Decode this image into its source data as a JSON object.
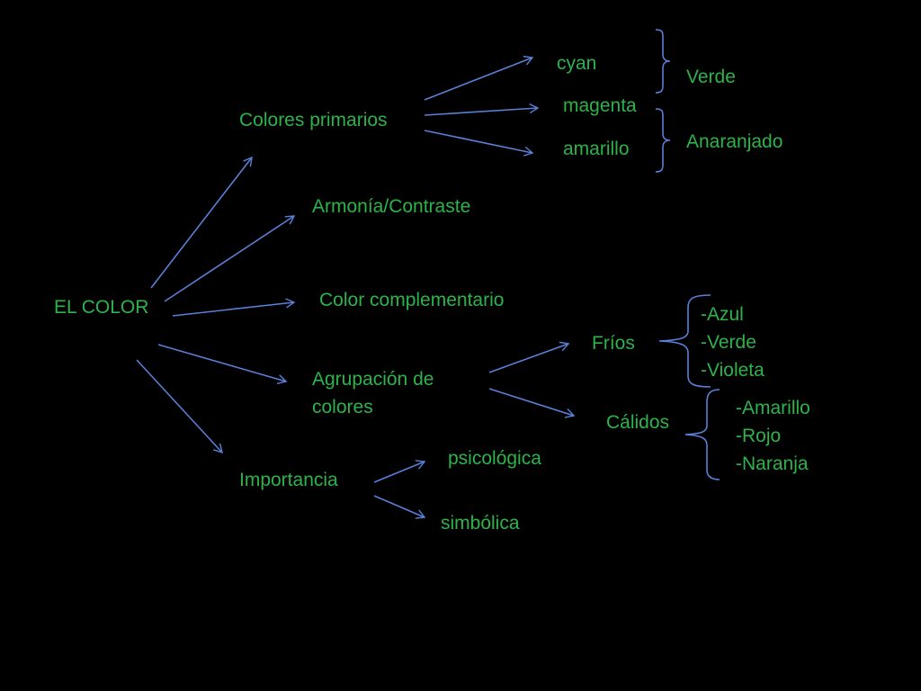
{
  "colors": {
    "text": "#2eb34a",
    "arrow": "#5a7fd6",
    "background": "#000000"
  },
  "diagram": {
    "root": "EL COLOR",
    "branches": {
      "primarios": {
        "label": "Colores primarios",
        "items": [
          "cyan",
          "magenta",
          "amarillo"
        ],
        "mixes": [
          "Verde",
          "Anaranjado"
        ]
      },
      "armonia": {
        "label": "Armonía/Contraste"
      },
      "complementario": {
        "label": "Color complementario"
      },
      "agrupacion": {
        "label": "Agrupación de\ncolores",
        "frios": {
          "label": "Fríos",
          "items": "-Azul\n-Verde\n-Violeta"
        },
        "calidos": {
          "label": "Cálidos",
          "items": "-Amarillo\n-Rojo\n-Naranja"
        }
      },
      "importancia": {
        "label": "Importancia",
        "items": [
          "psicológica",
          "simbólica"
        ]
      }
    }
  }
}
